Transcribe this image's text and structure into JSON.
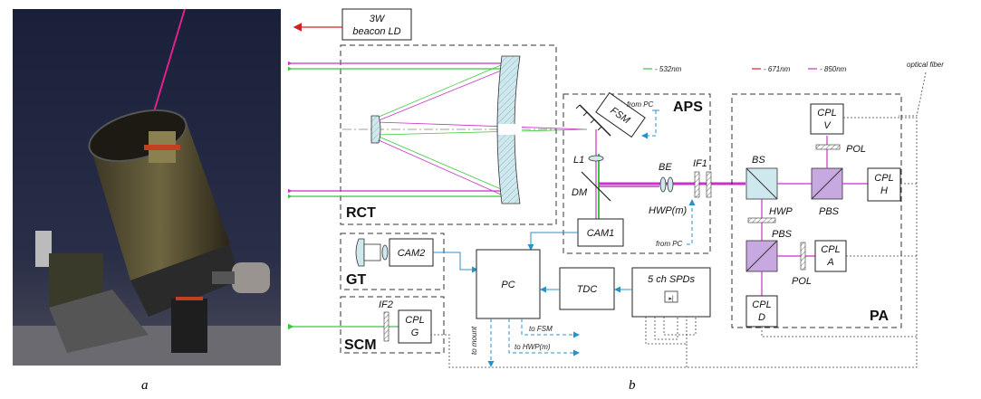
{
  "captions": {
    "a": "a",
    "b": "b"
  },
  "colors": {
    "green": "#3cc83c",
    "red": "#d42020",
    "magenta": "#c832c8",
    "blue": "#2a90c8",
    "optic_fill": "#cfe8ee",
    "pbs_fill": "#c8a8e0"
  },
  "legend": [
    {
      "label": "- 532nm",
      "color": "#3cc83c"
    },
    {
      "label": "- 671nm",
      "color": "#d42020"
    },
    {
      "label": "- 850nm",
      "color": "#c832c8"
    }
  ],
  "boxes": {
    "beacon": [
      "3W",
      "beacon LD"
    ],
    "cam1": "CAM1",
    "cam2": "CAM2",
    "pc": "PC",
    "tdc": "TDC",
    "spds": "5 ch SPDs",
    "cpl_v": [
      "CPL",
      "V"
    ],
    "cpl_h": [
      "CPL",
      "H"
    ],
    "cpl_a": [
      "CPL",
      "A"
    ],
    "cpl_d": [
      "CPL",
      "D"
    ],
    "cpl_g": [
      "CPL",
      "G"
    ],
    "fsm": "FSM"
  },
  "modules": {
    "rct": "RCT",
    "aps": "APS",
    "gt": "GT",
    "scm": "SCM",
    "pa": "PA"
  },
  "labels": {
    "optical_fiber": "optical fiber",
    "from_pc_1": "from PC",
    "from_pc_2": "from PC",
    "l1": "L1",
    "dm": "DM",
    "be": "BE",
    "if1": "IF1",
    "if2": "IF2",
    "hwp_m": "HWP(m)",
    "bs": "BS",
    "hwp": "HWP",
    "pbs_1": "PBS",
    "pbs_2": "PBS",
    "pol_1": "POL",
    "pol_2": "POL",
    "to_fsm": "to FSM",
    "to_hwp": "to HWP(m)",
    "to_mount": "to mount"
  }
}
